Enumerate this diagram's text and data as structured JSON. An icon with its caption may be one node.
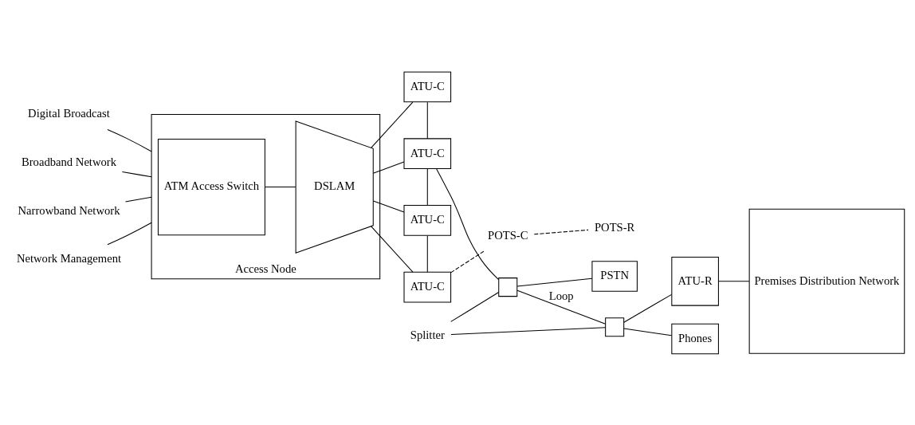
{
  "diagram": {
    "nodes": [
      {
        "text": [
          "Digital Broadcast"
        ]
      },
      {
        "text": [
          "Broadband Network"
        ]
      },
      {
        "text": [
          "Narrowband Network"
        ]
      },
      {
        "text": [
          "Network Management"
        ]
      },
      {
        "text": [
          "Access Node"
        ]
      },
      {
        "text": [
          "ATM Access Switch"
        ],
        "in": 4
      },
      {
        "text": [
          "DSLAM"
        ],
        "in": 4
      },
      {
        "text": [
          "ATU-C"
        ]
      },
      {
        "text": [
          "ATU-C"
        ]
      },
      {
        "text": [
          "ATU-C"
        ]
      },
      {
        "text": [
          "ATU-C"
        ]
      },
      {
        "text": [],
        "shape": "box"
      },
      {
        "text": [],
        "shape": "box"
      },
      {
        "text": [
          "Splitter"
        ]
      },
      {
        "text": [
          "ATU-R"
        ]
      },
      {
        "text": [
          "Premises Distribution Network"
        ]
      },
      {
        "text": [
          "PSTN"
        ]
      },
      {
        "text": [
          "Phones"
        ]
      },
      {
        "text": [
          "POTS-C"
        ]
      },
      {
        "text": [
          "POTS-R"
        ]
      }
    ],
    "edges": [
      {
        "from": 0,
        "to": 4,
        "arrow": "none"
      },
      {
        "from": 1,
        "to": 4,
        "arrow": "none"
      },
      {
        "from": 2,
        "to": 4,
        "arrow": "none"
      },
      {
        "from": 3,
        "to": 4,
        "arrow": "none"
      },
      {
        "from": 5,
        "to": 6,
        "arrow": "none"
      },
      {
        "from": 6,
        "to": 7,
        "arrow": "none"
      },
      {
        "from": 6,
        "to": 8,
        "arrow": "none"
      },
      {
        "from": 6,
        "to": 9,
        "arrow": "none"
      },
      {
        "from": 6,
        "to": 10,
        "arrow": "none"
      },
      {
        "from": 7,
        "to": 8,
        "arrow": "none"
      },
      {
        "from": 8,
        "to": 9,
        "arrow": "none"
      },
      {
        "from": 9,
        "to": 10,
        "arrow": "none"
      },
      {
        "from": 8,
        "to": 11,
        "arrow": "none"
      },
      {
        "from": 11,
        "to": 12,
        "arrow": "none",
        "label": "Loop"
      },
      {
        "from": 12,
        "to": 14,
        "arrow": "none"
      },
      {
        "from": 14,
        "to": 15,
        "arrow": "none"
      },
      {
        "from": 11,
        "to": 16,
        "arrow": "none"
      },
      {
        "from": 12,
        "to": 17,
        "arrow": "none"
      },
      {
        "from": 13,
        "to": 11,
        "arrow": "none"
      },
      {
        "from": 13,
        "to": 12,
        "arrow": "none"
      },
      {
        "from": 10,
        "to": 18,
        "arrow": "none",
        "style": "dashed"
      },
      {
        "from": 18,
        "to": 19,
        "arrow": "none",
        "style": "dashed"
      }
    ]
  }
}
